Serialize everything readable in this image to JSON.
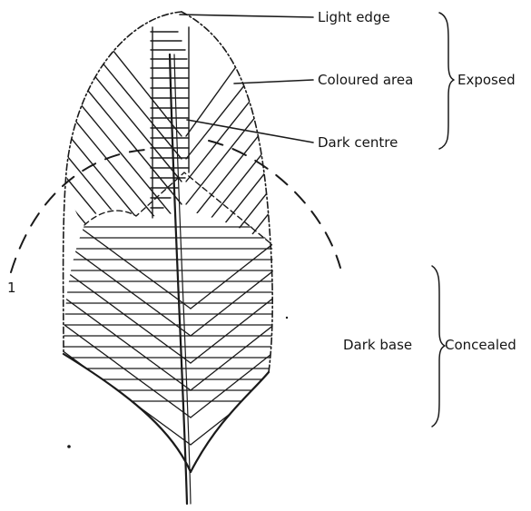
{
  "labels": {
    "light_edge": "Light edge",
    "coloured_area": "Coloured area",
    "dark_centre": "Dark centre",
    "dark_base": "Dark base"
  },
  "groups": {
    "exposed": "Exposed",
    "concealed": "Concealed"
  },
  "stray_mark": "1",
  "colors": {
    "ink": "#1a1a1a",
    "background": "#ffffff"
  }
}
